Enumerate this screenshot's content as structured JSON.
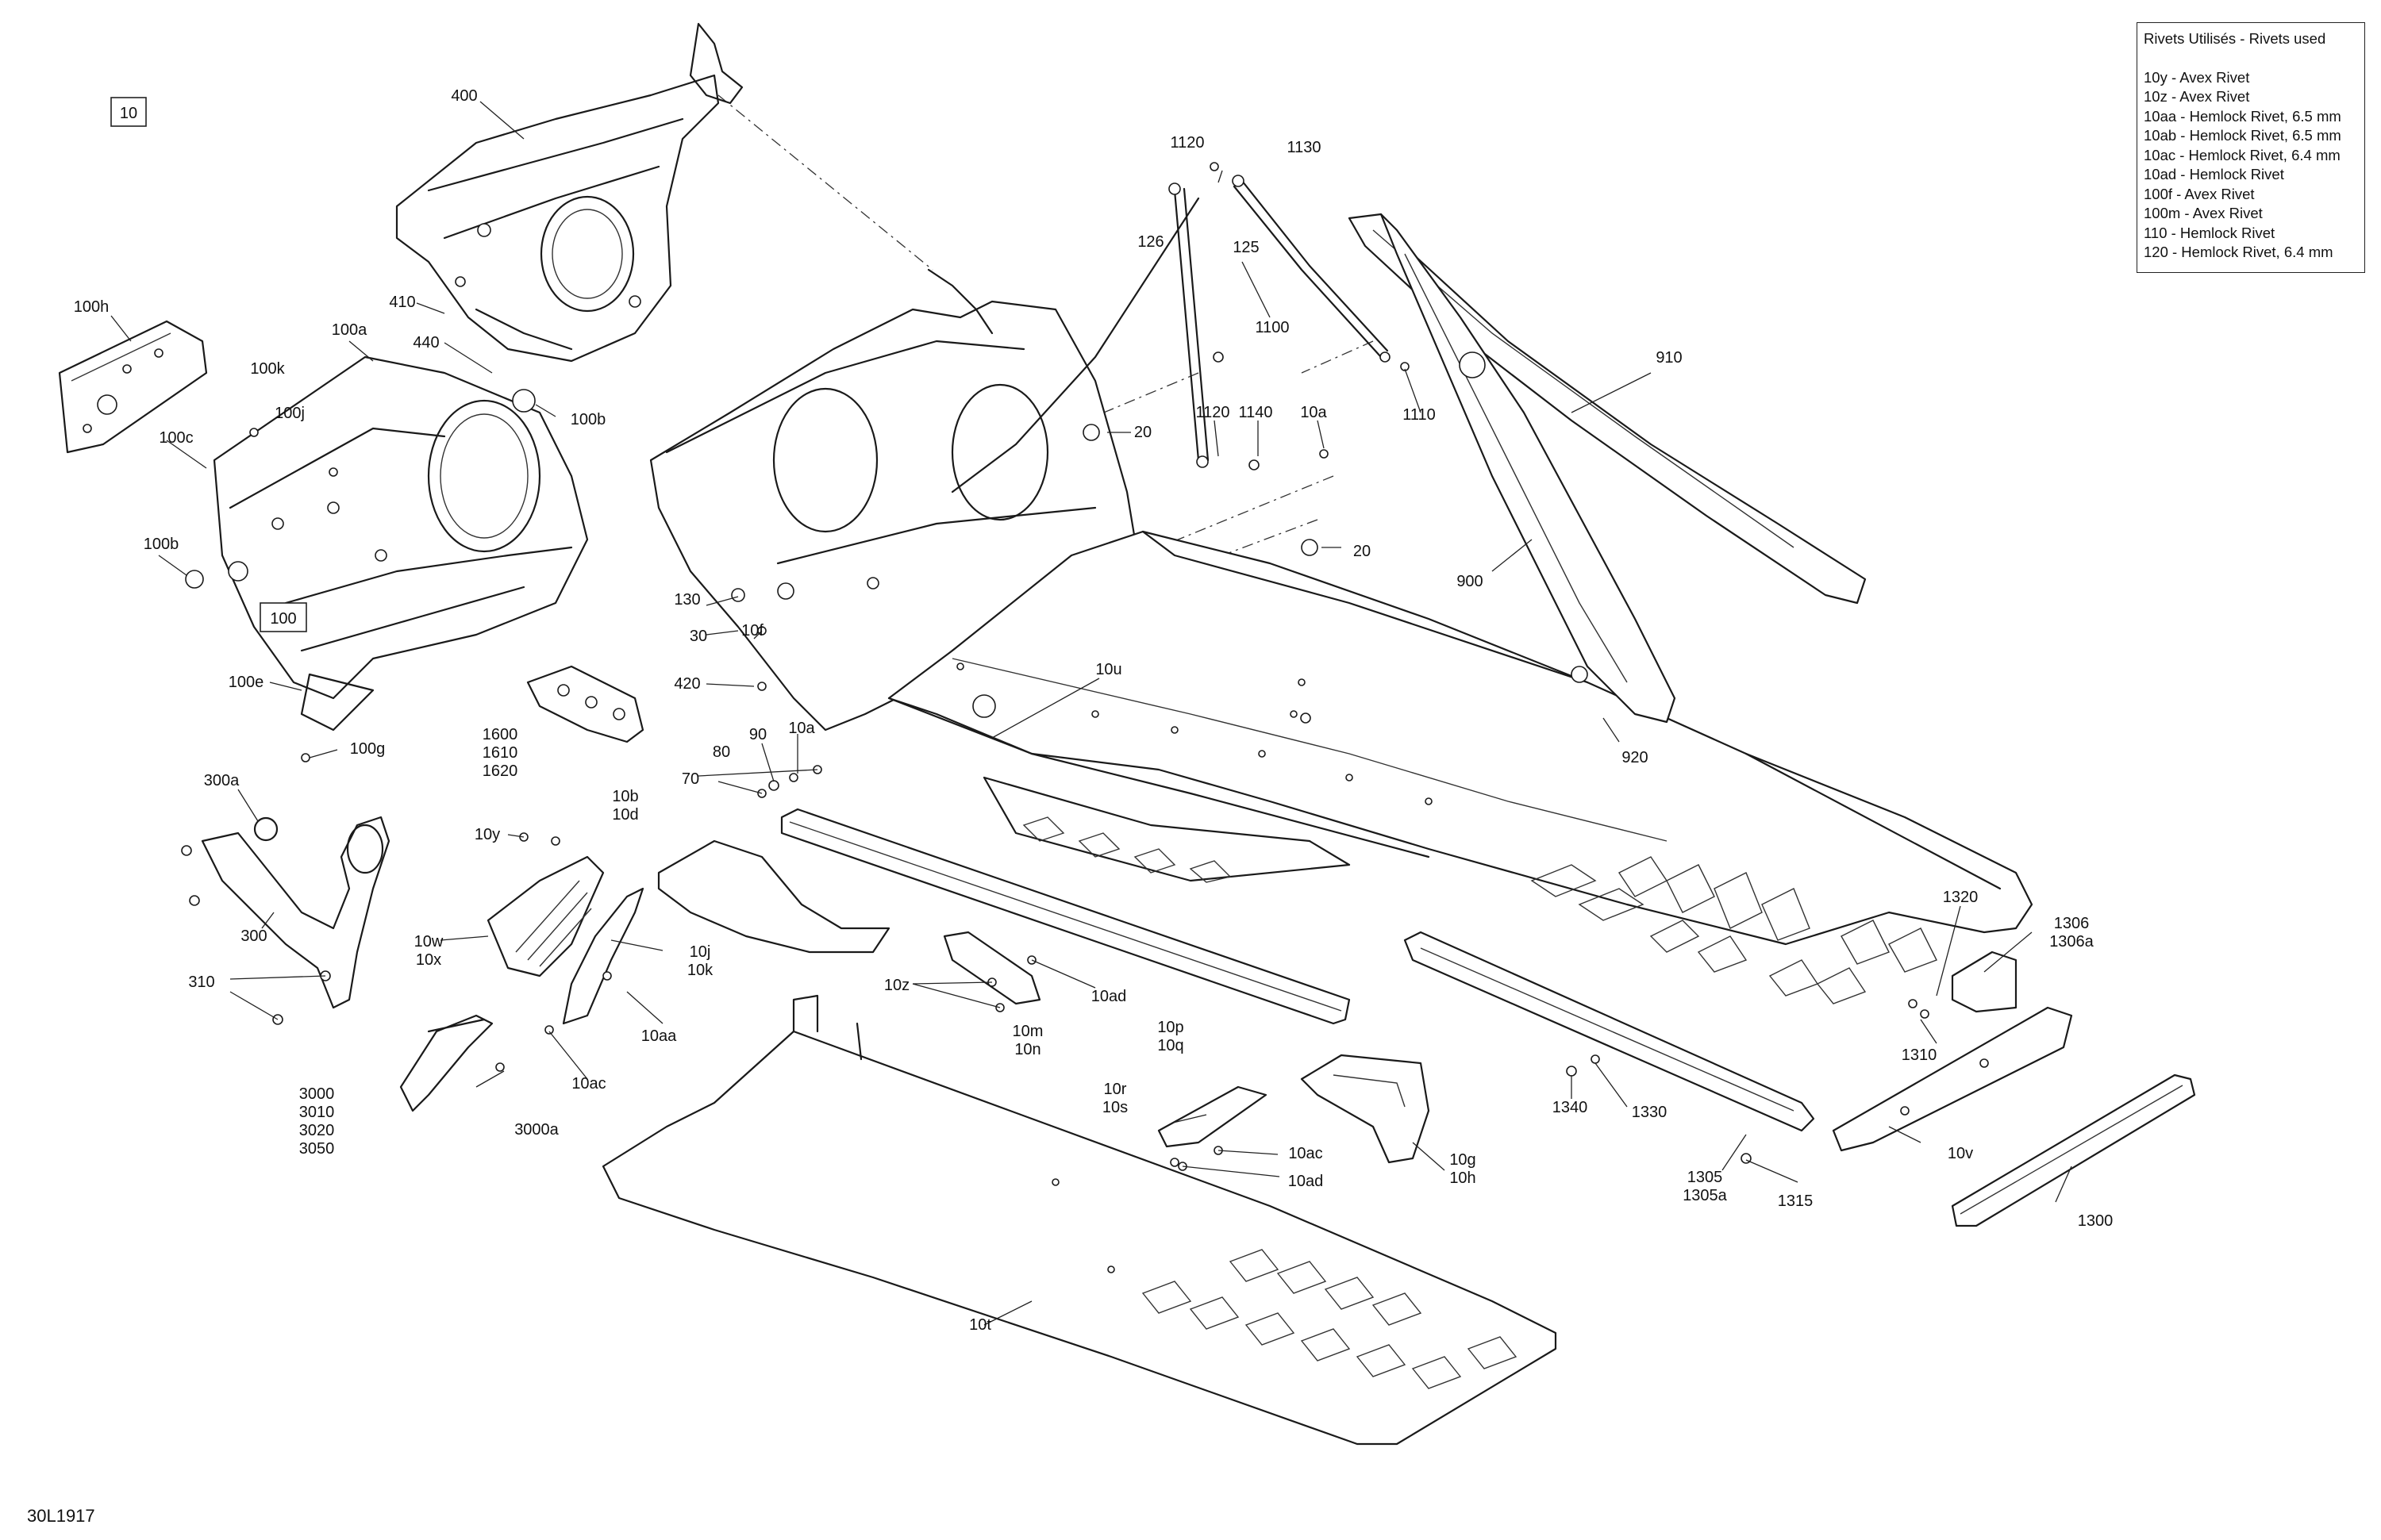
{
  "legend": {
    "title": "Rivets Utilisés - Rivets used",
    "items": [
      "10y - Avex Rivet",
      "10z - Avex Rivet",
      "10aa - Hemlock Rivet, 6.5 mm",
      "10ab - Hemlock Rivet, 6.5 mm",
      "10ac - Hemlock Rivet, 6.4 mm",
      "10ad - Hemlock Rivet",
      "100f - Avex Rivet",
      "100m - Avex Rivet",
      "110 - Hemlock Rivet",
      "120 - Hemlock Rivet, 6.4 mm"
    ]
  },
  "diagram_code": "30L1917",
  "callouts": {
    "boxed_10": "10",
    "boxed_100": "100",
    "c400": "400",
    "c410": "410",
    "c440": "440",
    "c100h": "100h",
    "c100a": "100a",
    "c100k": "100k",
    "c100j": "100j",
    "c100c": "100c",
    "c100b_top": "100b",
    "c100b_left": "100b",
    "c100e": "100e",
    "c100g": "100g",
    "c1120_top": "1120",
    "c1130": "1130",
    "c126": "126",
    "c125": "125",
    "c1100": "1100",
    "c1110": "1110",
    "c910": "910",
    "c900": "900",
    "c920": "920",
    "c20_top": "20",
    "c20_mid": "20",
    "c1120_mid": "1120",
    "c1140": "1140",
    "c10a_top": "10a",
    "c130": "130",
    "c30": "30",
    "c10f": "10f",
    "c420": "420",
    "c10u": "10u",
    "c1600": "1600",
    "c1610": "1610",
    "c1620": "1620",
    "c90": "90",
    "c80": "80",
    "c10a_mid": "10a",
    "c70": "70",
    "c300a": "300a",
    "c300": "300",
    "c310": "310",
    "c10y": "10y",
    "c10b": "10b",
    "c10d": "10d",
    "c10w": "10w",
    "c10x": "10x",
    "c10j": "10j",
    "c10k": "10k",
    "c10aa": "10aa",
    "c10ac_left": "10ac",
    "c3000": "3000",
    "c3010": "3010",
    "c3020": "3020",
    "c3050": "3050",
    "c3000a": "3000a",
    "c10z": "10z",
    "c10ad_mid": "10ad",
    "c10m": "10m",
    "c10n": "10n",
    "c10p": "10p",
    "c10q": "10q",
    "c10r": "10r",
    "c10s": "10s",
    "c10ac_low": "10ac",
    "c10ad_low": "10ad",
    "c10g": "10g",
    "c10h": "10h",
    "c10t": "10t",
    "c1320": "1320",
    "c1306": "1306",
    "c1306a": "1306a",
    "c1310": "1310",
    "c1330": "1330",
    "c1340": "1340",
    "c1305": "1305",
    "c1305a": "1305a",
    "c1315": "1315",
    "c10v": "10v",
    "c1300": "1300"
  }
}
